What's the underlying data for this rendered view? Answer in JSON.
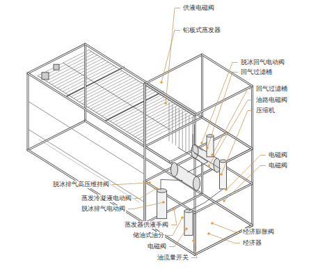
{
  "diagram": {
    "labels": [
      "供液电磁阀",
      "铝板式蒸发器",
      "脱冰回气电动阀",
      "回气过滤桶",
      "回气过滤桶",
      "油路电磁阀",
      "压缩机",
      "电磁阀",
      "电磁阀",
      "经济膨胀阀",
      "经济器",
      "脱冰排气高压维持阀",
      "蒸发冷凝液电动阀",
      "脱冰排气电动阀",
      "蒸发器供液手阀",
      "储油式油分",
      "电磁阀",
      "油流量开关"
    ]
  }
}
